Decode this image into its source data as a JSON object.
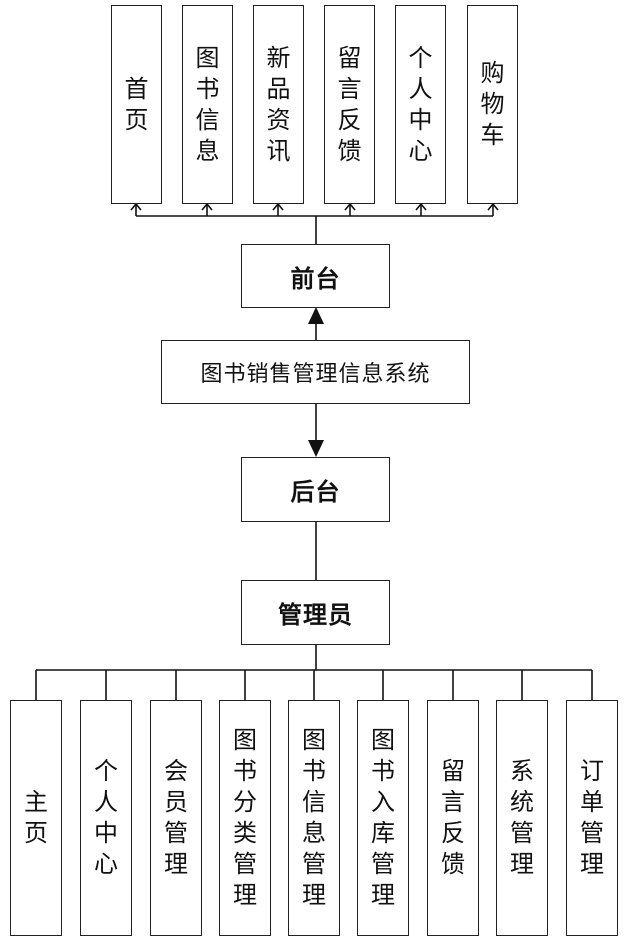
{
  "system": {
    "title": "图书销售管理信息系统"
  },
  "frontend": {
    "label": "前台",
    "modules": [
      "首页",
      "图书信息",
      "新品资讯",
      "留言反馈",
      "个人中心",
      "购物车"
    ]
  },
  "backend": {
    "label": "后台",
    "role": "管理员",
    "modules": [
      "主页",
      "个人中心",
      "会员管理",
      "图书分类管理",
      "图书信息管理",
      "图书入库管理",
      "留言反馈",
      "系统管理",
      "订单管理"
    ]
  }
}
